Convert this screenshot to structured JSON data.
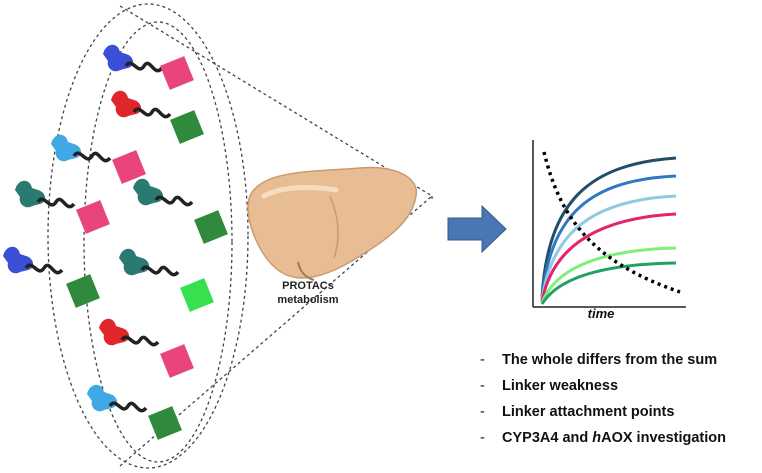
{
  "liver": {
    "label_line1": "PROTACs",
    "label_line2": "metabolism"
  },
  "chart": {
    "xlabel": "time"
  },
  "findings": [
    {
      "dash": "-",
      "text": "The whole differs from the sum"
    },
    {
      "dash": "-",
      "text": "Linker weakness"
    },
    {
      "dash": "-",
      "text": "Linker attachment points"
    },
    {
      "dash": "-",
      "pre": "CYP3A4 and ",
      "italic": "h",
      "post": "AOX investigation"
    }
  ],
  "colors": {
    "blue_ligand": "#3a4fd6",
    "red_ligand": "#e0262a",
    "lightblue_ligand": "#41a8e6",
    "teal_ligand": "#2a7a72",
    "pink_warhead": "#e8457b",
    "green_warhead": "#2f8a3b",
    "lightgreen_warhead": "#36e04e",
    "liver": "#e9bd93",
    "arrow": "#4a76b4",
    "curve_1": "#1f4f66",
    "curve_2": "#2f78c4",
    "curve_3": "#8fcbe0",
    "curve_4": "#e3246d",
    "curve_5": "#7ef07a",
    "curve_6": "#23a062",
    "decay_curve": "#000000"
  }
}
